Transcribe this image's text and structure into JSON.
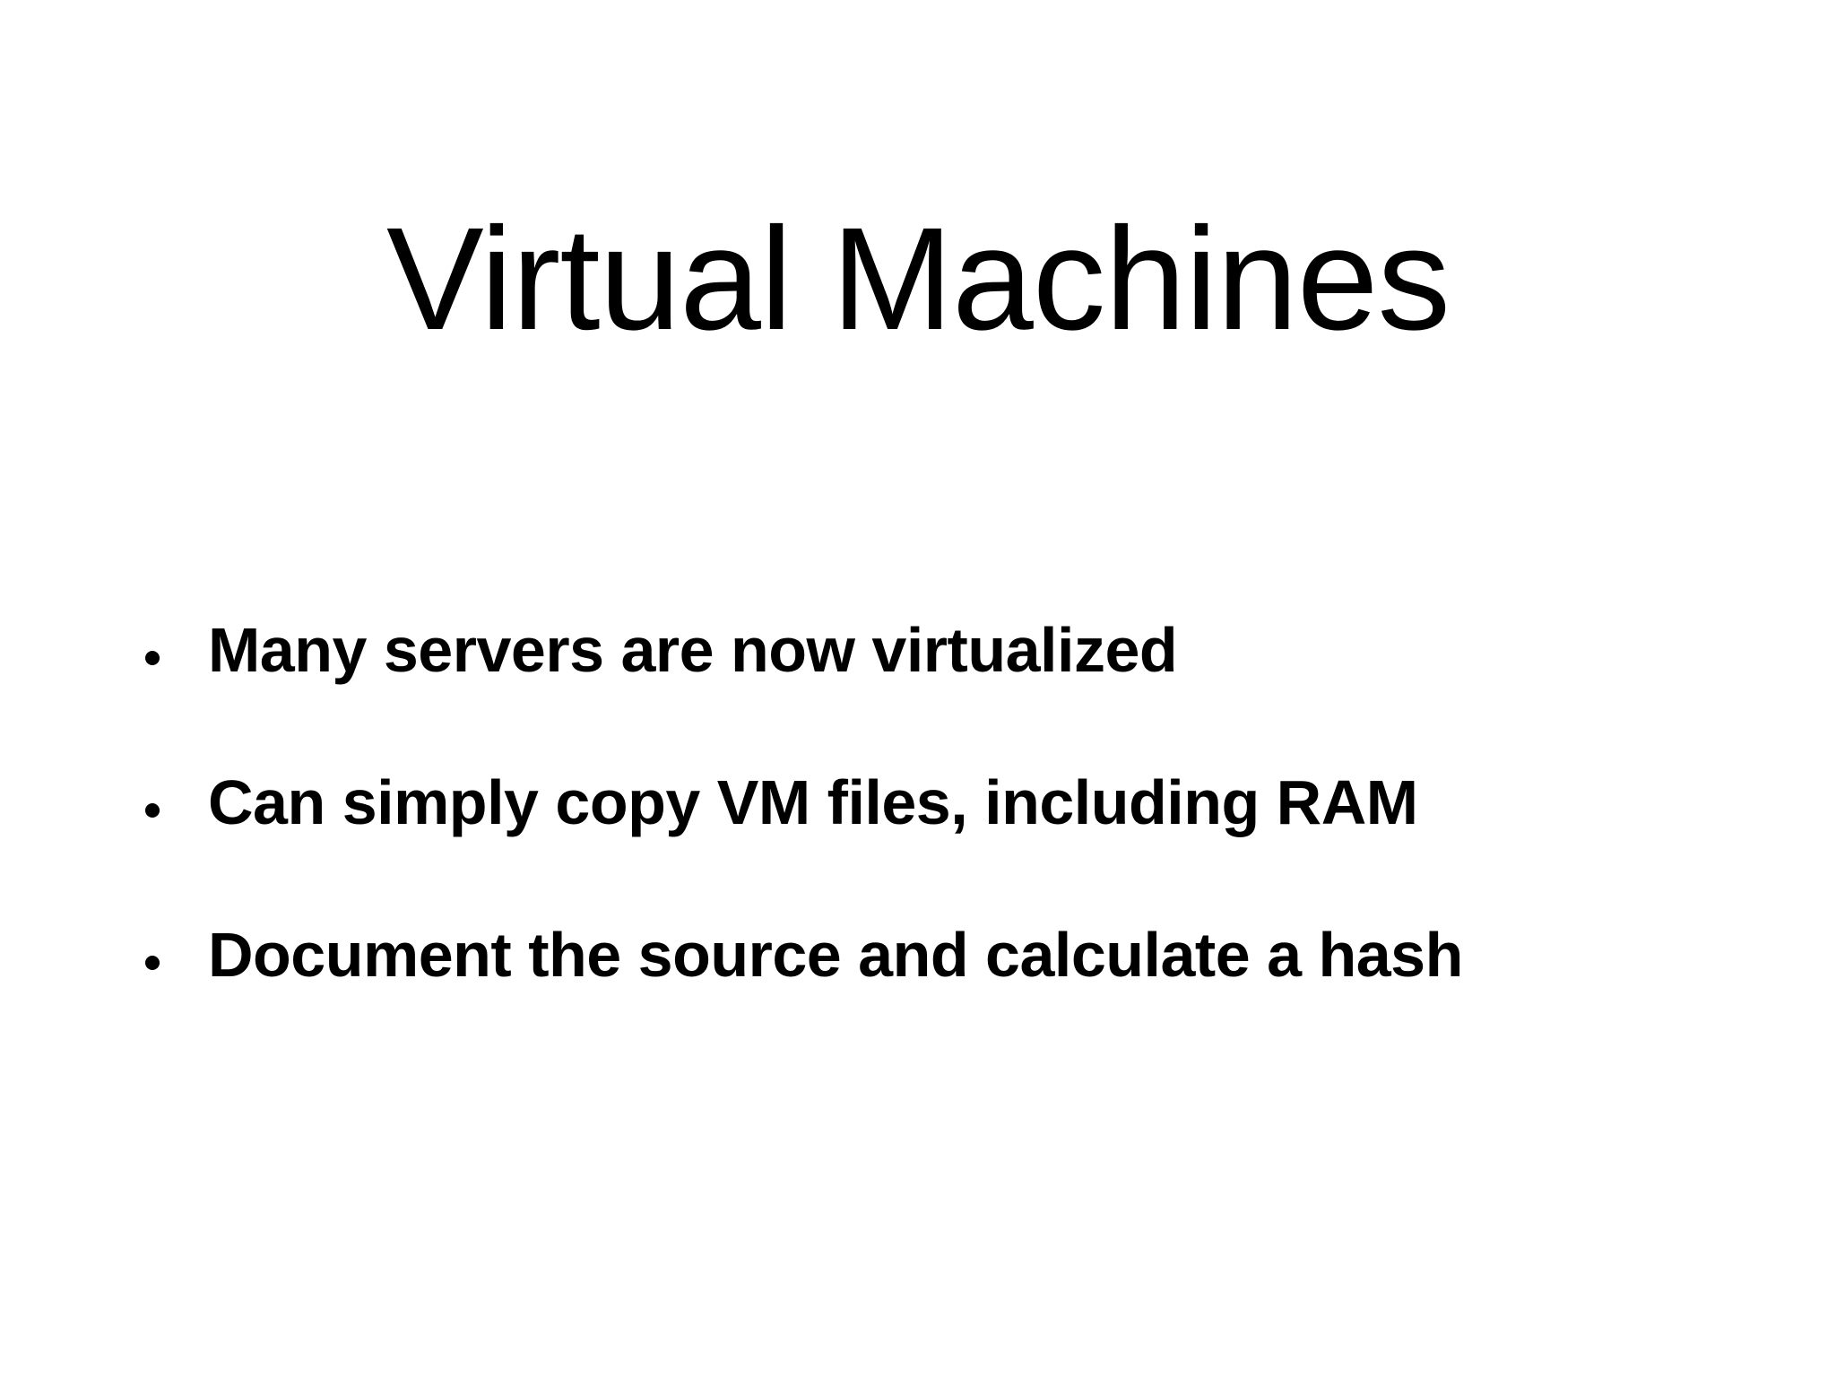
{
  "slide": {
    "background_color": "#ffffff",
    "text_color": "#000000",
    "title": "Virtual Machines",
    "bullet_glyph": "•",
    "bullets": [
      {
        "text": "Many servers are now virtualized"
      },
      {
        "text": "Can simply copy VM files, including RAM"
      },
      {
        "text": "Document the source and calculate a hash"
      }
    ]
  }
}
